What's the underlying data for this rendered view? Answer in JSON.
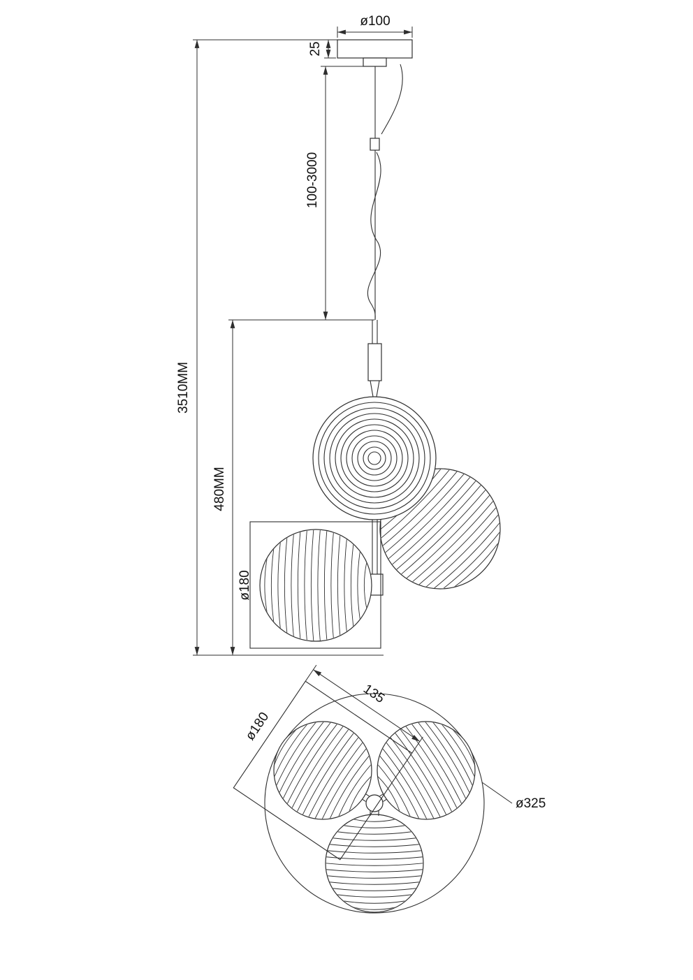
{
  "drawing": {
    "dimensions": {
      "canopy_diameter": "ø100",
      "canopy_height": "25",
      "suspension_range": "100-3000",
      "total_height": "3510MM",
      "body_height": "480MM",
      "shade_diameter_side": "ø180",
      "shade_diameter_bottom": "ø180",
      "shade_offset": "135",
      "overall_diameter": "ø325"
    },
    "colors": {
      "line": "#2e2e2e",
      "text": "#111111",
      "background": "#ffffff"
    }
  }
}
